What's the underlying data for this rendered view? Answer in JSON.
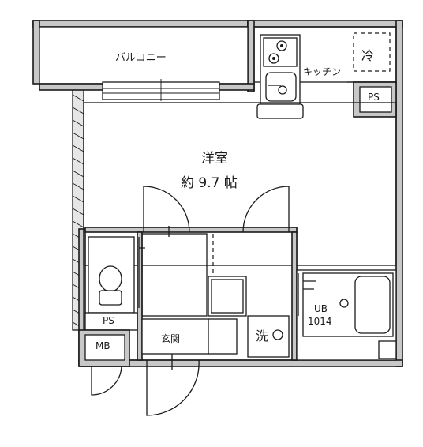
{
  "rooms": {
    "balcony": "バルコニー",
    "western_room": "洋室",
    "western_room_size": "約 9.7 帖",
    "kitchen": "キッチン",
    "refrigerator": "冷",
    "pipe_space_upper": "PS",
    "pipe_space_lower": "PS",
    "meter_box": "MB",
    "entrance": "玄関",
    "washer": "洗",
    "unit_bath": "UB",
    "unit_bath_size": "1014"
  }
}
